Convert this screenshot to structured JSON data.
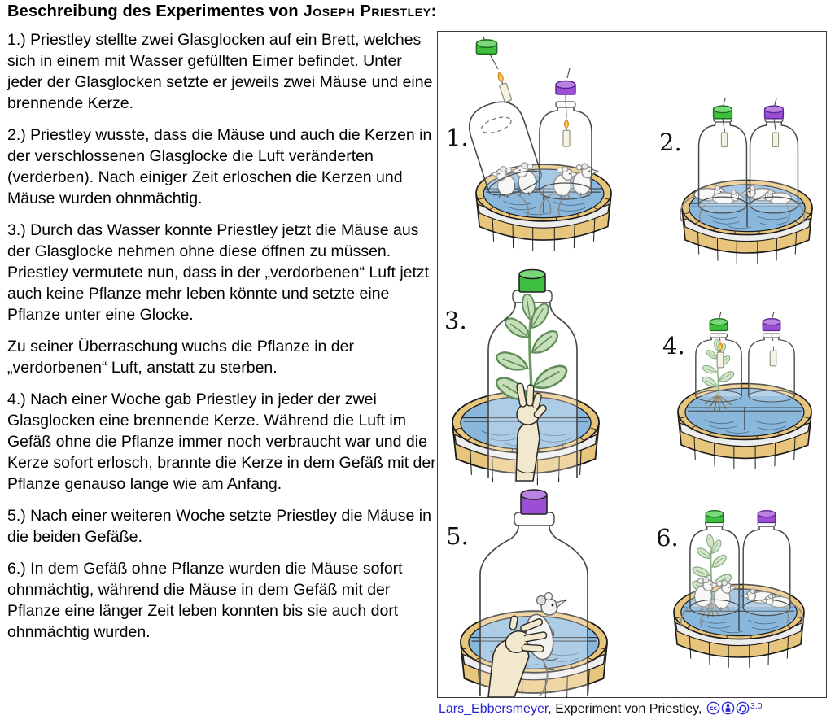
{
  "title": {
    "prefix": "Beschreibung des Experimentes von ",
    "name": "Joseph Priestley",
    "suffix": ":"
  },
  "paragraphs": [
    "1.) Priestley stellte zwei Glasglocken auf ein Brett, welches sich in einem mit Wasser gefüllten Eimer befindet. Unter jeder der Glasglocken setzte er jeweils zwei Mäuse und eine brennende Kerze.",
    "2.) Priestley wusste, dass die Mäuse und auch die Kerzen in der verschlossenen Glasglocke die Luft veränderten (verderben). Nach einiger Zeit erloschen die Kerzen und Mäuse wurden ohnmächtig.",
    "3.) Durch das Wasser konnte Priestley jetzt die Mäuse aus der Glasglocke nehmen ohne diese öffnen zu müssen. Priestley vermutete nun, dass in der „verdorbenen“ Luft jetzt auch keine Pflanze mehr leben könnte und setzte eine Pflanze unter eine Glocke.",
    "Zu seiner Überraschung wuchs die Pflanze in der „verdorbenen“ Luft, anstatt zu sterben.",
    "4.) Nach einer Woche gab Priestley in jeder der zwei Glasglocken eine brennende Kerze. Während die Luft im Gefäß ohne die Pflanze immer noch verbraucht war und die Kerze sofort erlosch, brannte die Kerze in dem Gefäß mit der Pflanze genauso lange wie am Anfang.",
    "5.) Nach einer weiteren Woche setzte Priestley die Mäuse in die beiden Gefäße.",
    "6.) In dem Gefäß ohne Pflanze wurden die Mäuse sofort ohnmächtig, während die Mäuse in dem Gefäß mit der Pflanze eine länger Zeit leben konnten bis sie auch dort ohnmächtig wurden."
  ],
  "figure": {
    "labels": [
      "1.",
      "2.",
      "3.",
      "4.",
      "5.",
      "6."
    ],
    "scenes": [
      "Two bell jars being placed over mice with burning candles on a board in a water-filled tub",
      "Sealed jars: candles extinguished, mice unconscious",
      "Bell jar with green stopper: hand placing a plant inside",
      "Jar with plant: candle keeps burning; jar without plant: candle out",
      "Bell jar with purple stopper: hand placing a mouse inside",
      "Jar with plant: mice alive; jar without plant: mice unconscious"
    ],
    "colors": {
      "water": "#8ab7dc",
      "wood": "#e8c57c",
      "cap_green": "#3fbf3f",
      "cap_purple": "#9c4fd4",
      "leaf": "#c7dfb8",
      "hand": "#f2e8cd",
      "flame": "#f6a730",
      "link_blue": "#2828cc"
    }
  },
  "caption": {
    "author": "Lars_Ebbersmeyer",
    "text": ", Experiment von Priestley, ",
    "license_icons": [
      "cc-icon",
      "by-icon",
      "sa-icon"
    ],
    "license_version": "3.0"
  }
}
